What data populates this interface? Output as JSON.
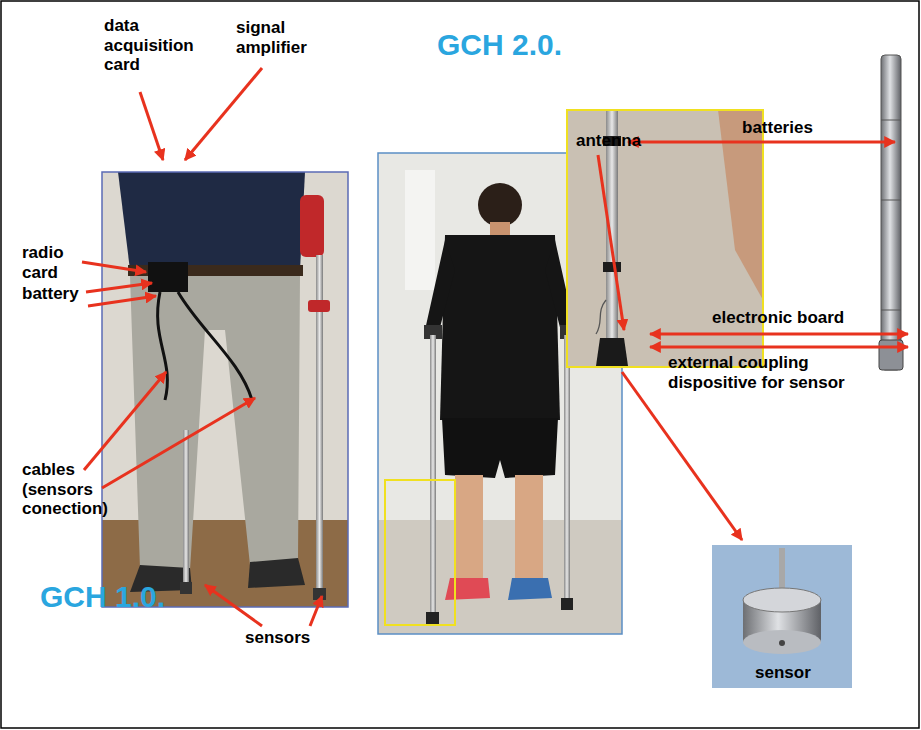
{
  "diagram": {
    "labels": [
      "data acquisition card",
      "signal amplifier",
      "GCH 2.0.",
      "antenna",
      "batteries",
      "radio card",
      "battery",
      "electronic board",
      "external coupling dispositive for sensor",
      "cables (sensors conection)",
      "GCH 1.0.",
      "sensors",
      "sensor"
    ]
  }
}
